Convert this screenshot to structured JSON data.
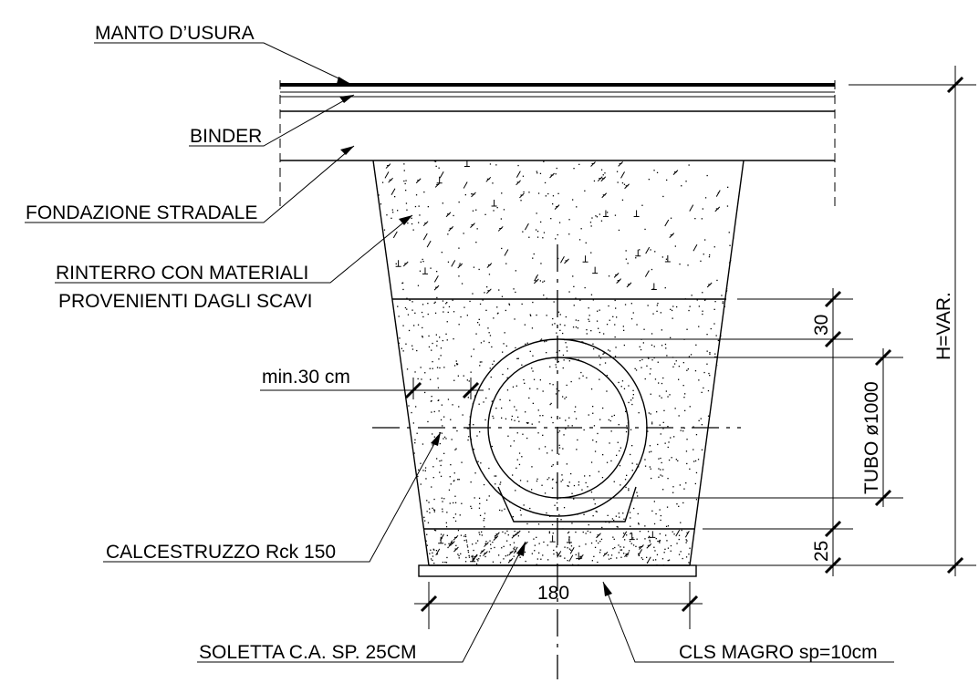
{
  "labels": {
    "manto": "MANTO D’USURA",
    "binder": "BINDER",
    "fondazione": "FONDAZIONE STRADALE",
    "rinterro_1": "RINTERRO CON MATERIALI",
    "rinterro_2": "PROVENIENTI DAGLI SCAVI",
    "min30": "min.30 cm",
    "calcestruzzo": "CALCESTRUZZO Rck 150",
    "soletta": "SOLETTA C.A. SP. 25CM",
    "cls_magro": "CLS MAGRO sp=10cm"
  },
  "dimensions": {
    "cover": "30",
    "tubo": "TUBO ø1000",
    "base": "25",
    "width": "180",
    "height": "H=VAR."
  }
}
